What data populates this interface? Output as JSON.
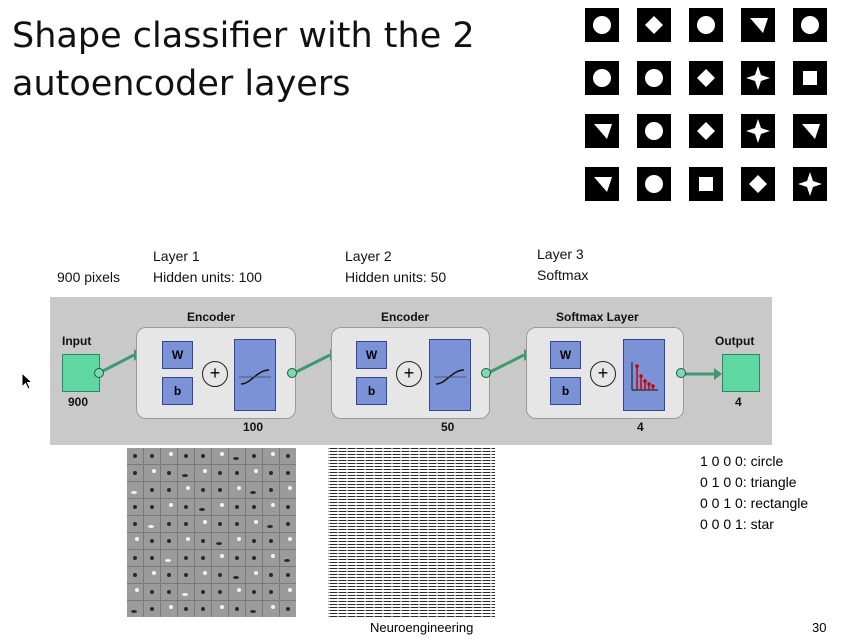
{
  "slide": {
    "title_line1": "Shape classifier with the 2",
    "title_line2": "autoencoder layers",
    "footer": "Neuroengineering",
    "page_number": "30"
  },
  "shape_examples": {
    "rows": [
      [
        "circle",
        "diamond",
        "circle",
        "triangle",
        "circle"
      ],
      [
        "circle",
        "circle",
        "diamond",
        "star",
        "square"
      ],
      [
        "triangle",
        "circle",
        "diamond",
        "star",
        "triangle"
      ],
      [
        "triangle",
        "circle",
        "square",
        "diamond",
        "star"
      ]
    ]
  },
  "layers": {
    "input_label": "900 pixels",
    "layer1_name": "Layer 1",
    "layer1_detail": "Hidden units: 100",
    "layer2_name": "Layer 2",
    "layer2_detail": "Hidden units: 50",
    "layer3_name": "Layer 3",
    "layer3_detail": "Softmax"
  },
  "network": {
    "input_title": "Input",
    "input_size": "900",
    "encoder1_title": "Encoder",
    "encoder1_size": "100",
    "encoder2_title": "Encoder",
    "encoder2_size": "50",
    "softmax_title": "Softmax Layer",
    "softmax_size": "4",
    "output_title": "Output",
    "output_size": "4",
    "weight_label": "W",
    "bias_label": "b",
    "sum_symbol": "+"
  },
  "class_codes": [
    "1 0 0 0: circle",
    "0 1 0 0: triangle",
    "0 0 1 0: rectangle",
    "0 0 0 1: star"
  ],
  "colors": {
    "block_fill": "#7b93d6",
    "io_fill": "#5fd7a3",
    "diagram_bg": "#c9c9c9"
  }
}
